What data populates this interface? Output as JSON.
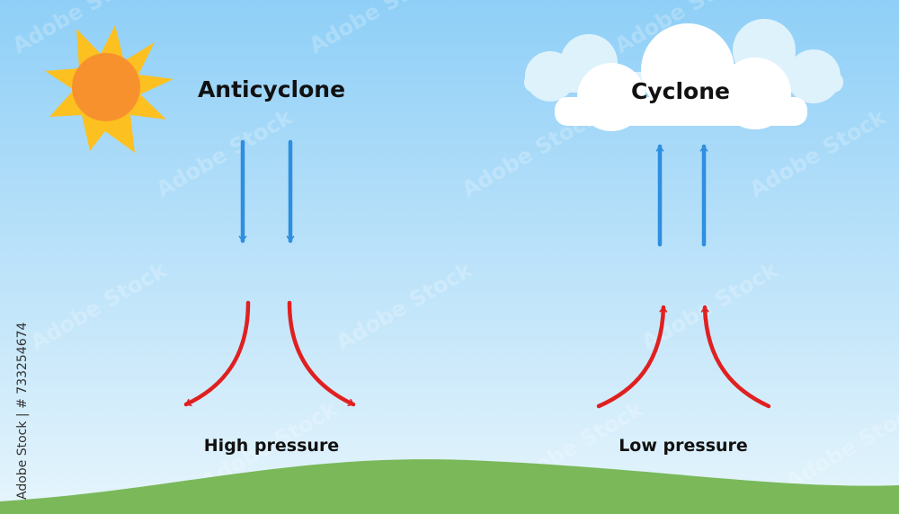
{
  "diagram": {
    "left_panel": {
      "title": "Anticyclone",
      "caption": "High pressure",
      "icon": "sun-icon",
      "upper_arrows": {
        "direction": "down",
        "color": "#2e8ee0"
      },
      "lower_arrows": {
        "direction": "outward",
        "color": "#e02020"
      }
    },
    "right_panel": {
      "title": "Cyclone",
      "caption": "Low pressure",
      "icon": "cloud-icon",
      "upper_arrows": {
        "direction": "up",
        "color": "#2e8ee0"
      },
      "lower_arrows": {
        "direction": "inward",
        "color": "#e02020"
      }
    }
  },
  "colors": {
    "sky_top": "#8fcff7",
    "sky_bottom": "#e6f5fc",
    "ground": "#7ab85a",
    "sun_core": "#f7912d",
    "sun_rays": "#fcc020"
  },
  "stock_overlay": {
    "id_text": "733254674",
    "credit_text": "Adobe Stock",
    "watermark_text": "Adobe Stock"
  }
}
